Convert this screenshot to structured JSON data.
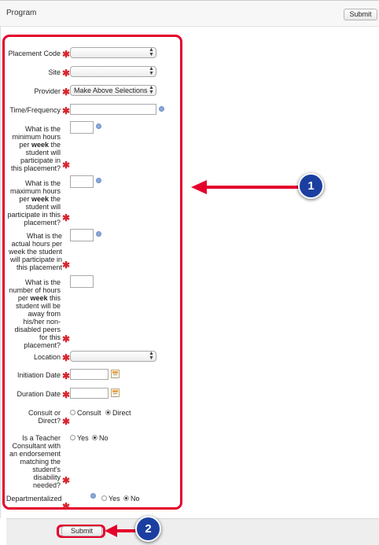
{
  "header": {
    "title": "Program",
    "submit_label": "Submit"
  },
  "form": {
    "placement_code": {
      "label": "Placement Code",
      "value": ""
    },
    "site": {
      "label": "Site",
      "value": ""
    },
    "provider": {
      "label": "Provider",
      "value": "Make Above Selections"
    },
    "time_frequency": {
      "label": "Time/Frequency",
      "value": ""
    },
    "min_hours": {
      "label_pre": "What is the minimum hours per",
      "label_bold": "week",
      "label_post": "the student will participate in this placement?",
      "value": ""
    },
    "max_hours": {
      "label_pre": "What is the maximum hours per",
      "label_bold": "week",
      "label_post": "the student will participate in this placement?",
      "value": ""
    },
    "actual_hours": {
      "label": "What is the actual hours per week the student will participate in this placement",
      "value": ""
    },
    "away_hours": {
      "label_pre": "What is the number of hours per",
      "label_bold": "week",
      "label_post": "this student will be away from his/her non-disabled peers for this placement?",
      "value": ""
    },
    "location": {
      "label": "Location",
      "value": ""
    },
    "initiation_date": {
      "label": "Initiation Date",
      "value": ""
    },
    "duration_date": {
      "label": "Duration Date",
      "value": ""
    },
    "consult_direct": {
      "label": "Consult or Direct?",
      "options": [
        "Consult",
        "Direct"
      ],
      "selected": "Direct"
    },
    "teacher_consultant": {
      "label": "Is a Teacher Consultant with an endorsement matching the student's disability needed?",
      "options": [
        "Yes",
        "No"
      ],
      "selected": "No"
    },
    "departmentalized": {
      "label": "Departmentalized",
      "options": [
        "Yes",
        "No"
      ],
      "selected": "No"
    }
  },
  "footer": {
    "submit_label": "Submit"
  },
  "callouts": [
    "1",
    "2"
  ],
  "colors": {
    "annotation": "#e4002b",
    "callout": "#1b3fa0",
    "required": "#d9262e"
  }
}
